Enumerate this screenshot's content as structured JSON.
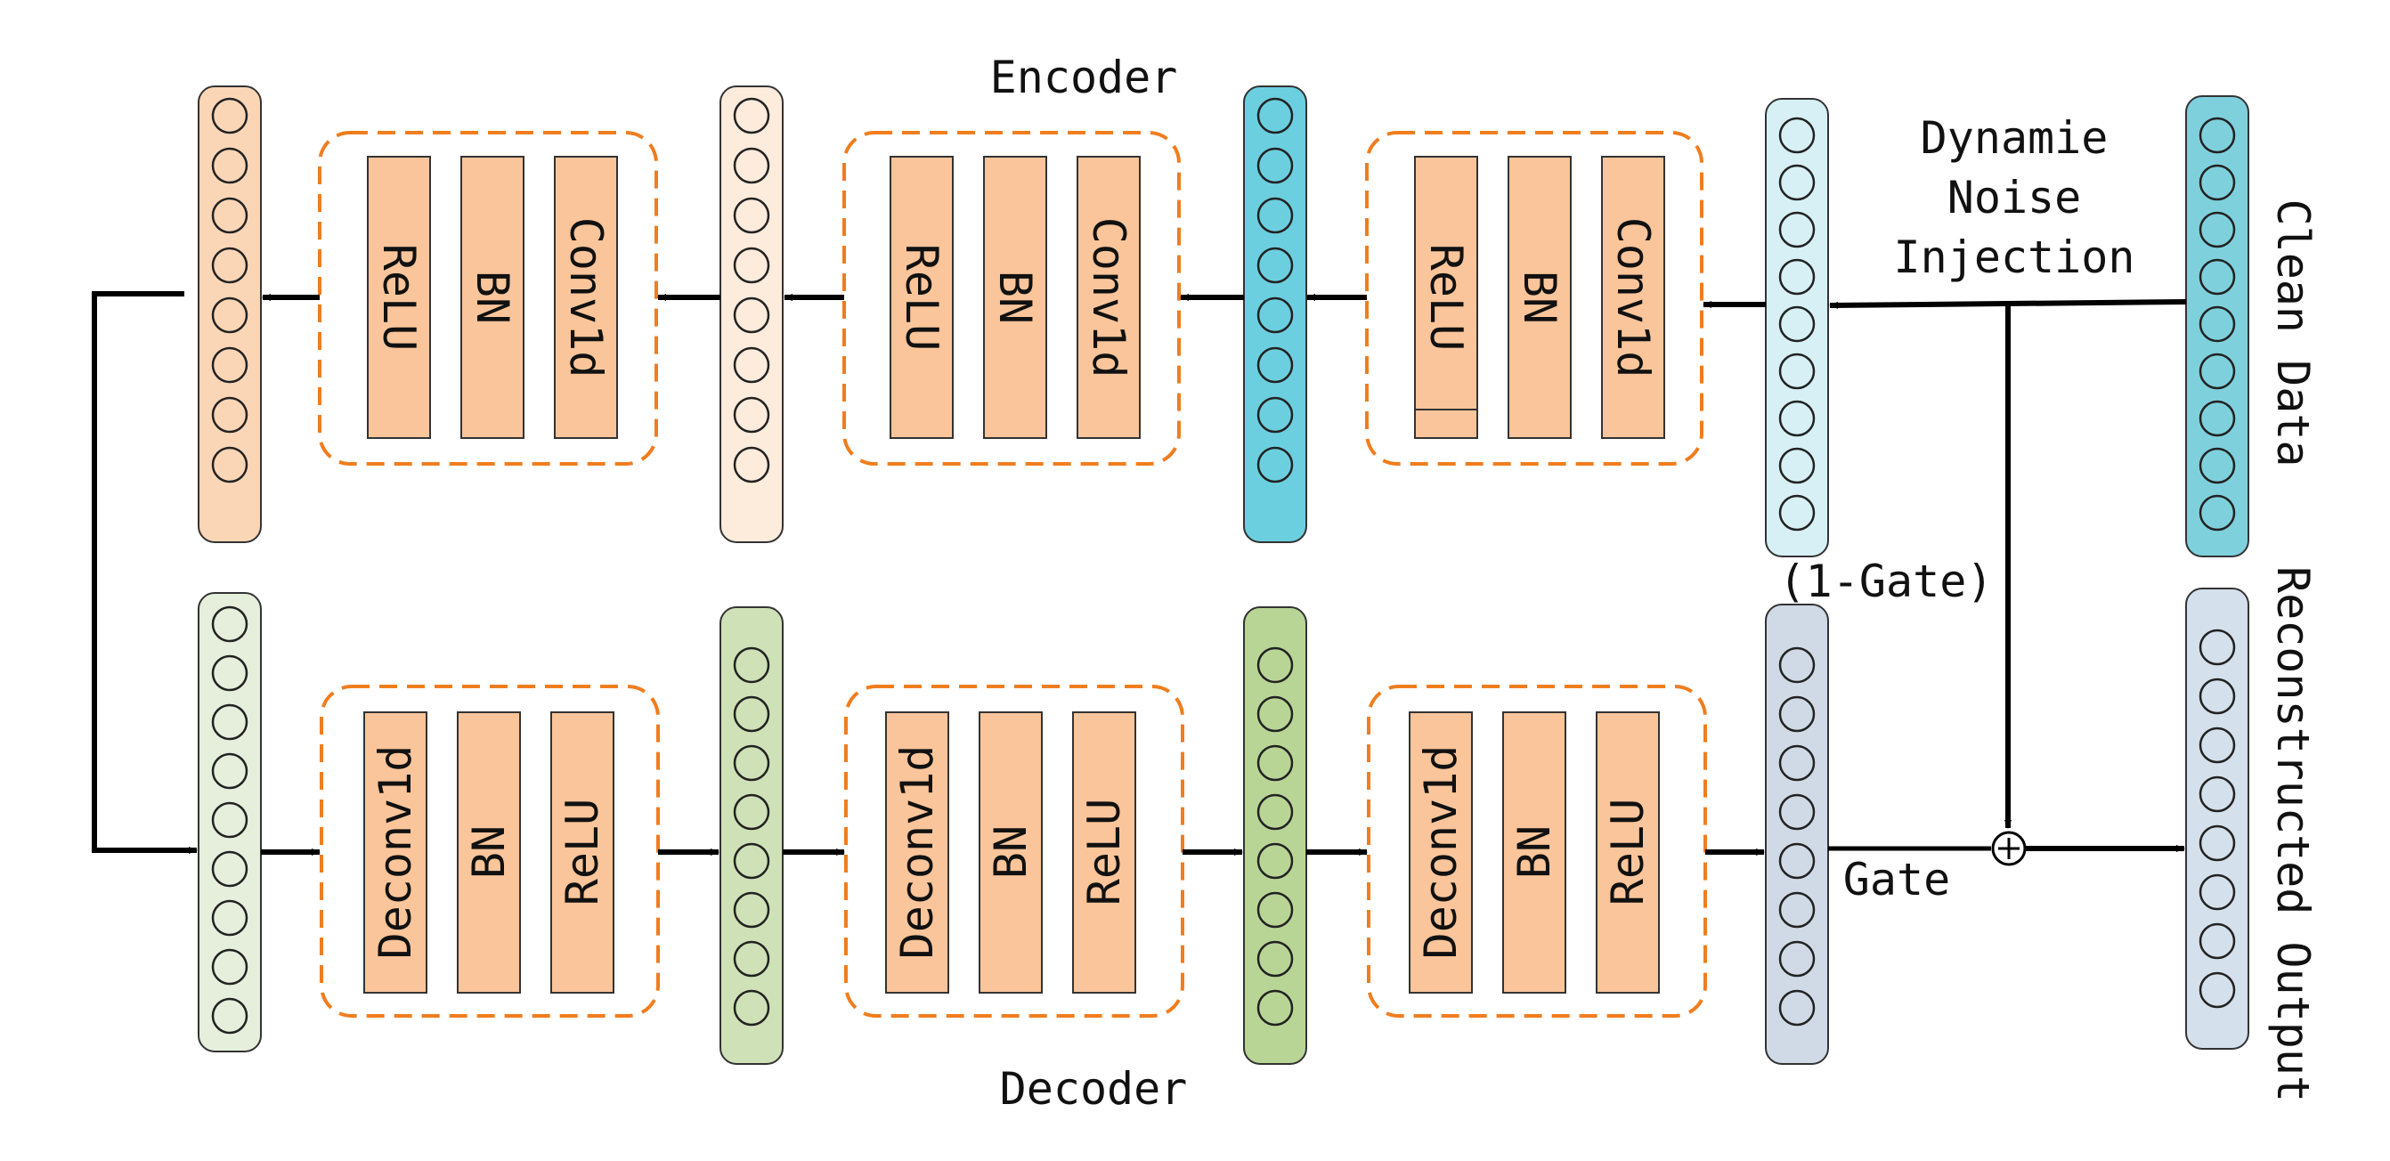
{
  "encoder": {
    "title": "Encoder",
    "groups": [
      {
        "labels": [
          "ReLU",
          "BN",
          "Conv1d"
        ]
      },
      {
        "labels": [
          "ReLU",
          "BN",
          "Conv1d"
        ]
      },
      {
        "labels": [
          "ReLU",
          "BN",
          "Conv1d"
        ]
      }
    ]
  },
  "decoder": {
    "title": "Decoder",
    "groups": [
      {
        "labels": [
          "Deconv1d",
          "BN",
          "ReLU"
        ]
      },
      {
        "labels": [
          "Deconv1d",
          "BN",
          "ReLU"
        ]
      },
      {
        "labels": [
          "Deconv1d",
          "BN",
          "ReLU"
        ]
      }
    ]
  },
  "noise_label": [
    "Dynamie",
    "Noise",
    "Injection"
  ],
  "clean_data_label": "Clean Data",
  "reconstructed_label": "Reconstructed Output",
  "gate_label": "Gate",
  "one_minus_gate_label": "(1-Gate)",
  "colors": {
    "enc_col_1": "#fbd6b6",
    "enc_col_2": "#fdebdc",
    "enc_col_3": "#6ccfdf",
    "enc_col_4": "#d6f0f5",
    "clean_data": "#7fd0dd",
    "dec_col_1": "#e6eedc",
    "dec_col_2": "#cfe1b6",
    "dec_col_3": "#b9d596",
    "dec_col_4": "#cfdae6",
    "reconstructed": "#d4e0eb",
    "layer_box": "#fac59a",
    "dashed": "#f07d1e",
    "arrow": "#000000"
  }
}
